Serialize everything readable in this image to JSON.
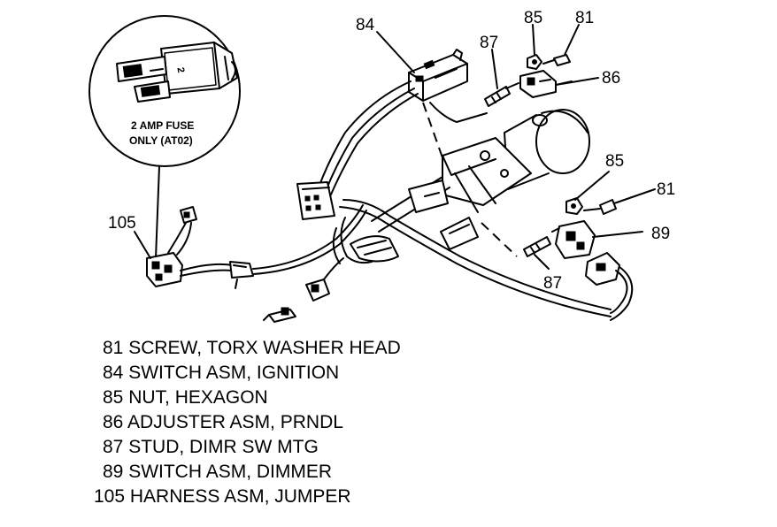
{
  "fuse_callout": {
    "fuse_number": "2",
    "note_line1": "2 AMP FUSE",
    "note_line2": "ONLY  (AT02)"
  },
  "callouts": [
    {
      "id": "c84",
      "text": "84"
    },
    {
      "id": "c85_top",
      "text": "85"
    },
    {
      "id": "c81_top",
      "text": "81"
    },
    {
      "id": "c87_top",
      "text": "87"
    },
    {
      "id": "c86",
      "text": "86"
    },
    {
      "id": "c85_right",
      "text": "85"
    },
    {
      "id": "c81_right",
      "text": "81"
    },
    {
      "id": "c89",
      "text": "89"
    },
    {
      "id": "c87_bottom",
      "text": "87"
    },
    {
      "id": "c105",
      "text": "105"
    }
  ],
  "legend": [
    "81 SCREW, TORX WASHER HEAD",
    "84 SWITCH ASM, IGNITION",
    "85 NUT, HEXAGON",
    "86 ADJUSTER ASM, PRNDL",
    "87 STUD, DIMR SW MTG",
    "89 SWITCH ASM, DIMMER",
    "105 HARNESS ASM, JUMPER"
  ]
}
